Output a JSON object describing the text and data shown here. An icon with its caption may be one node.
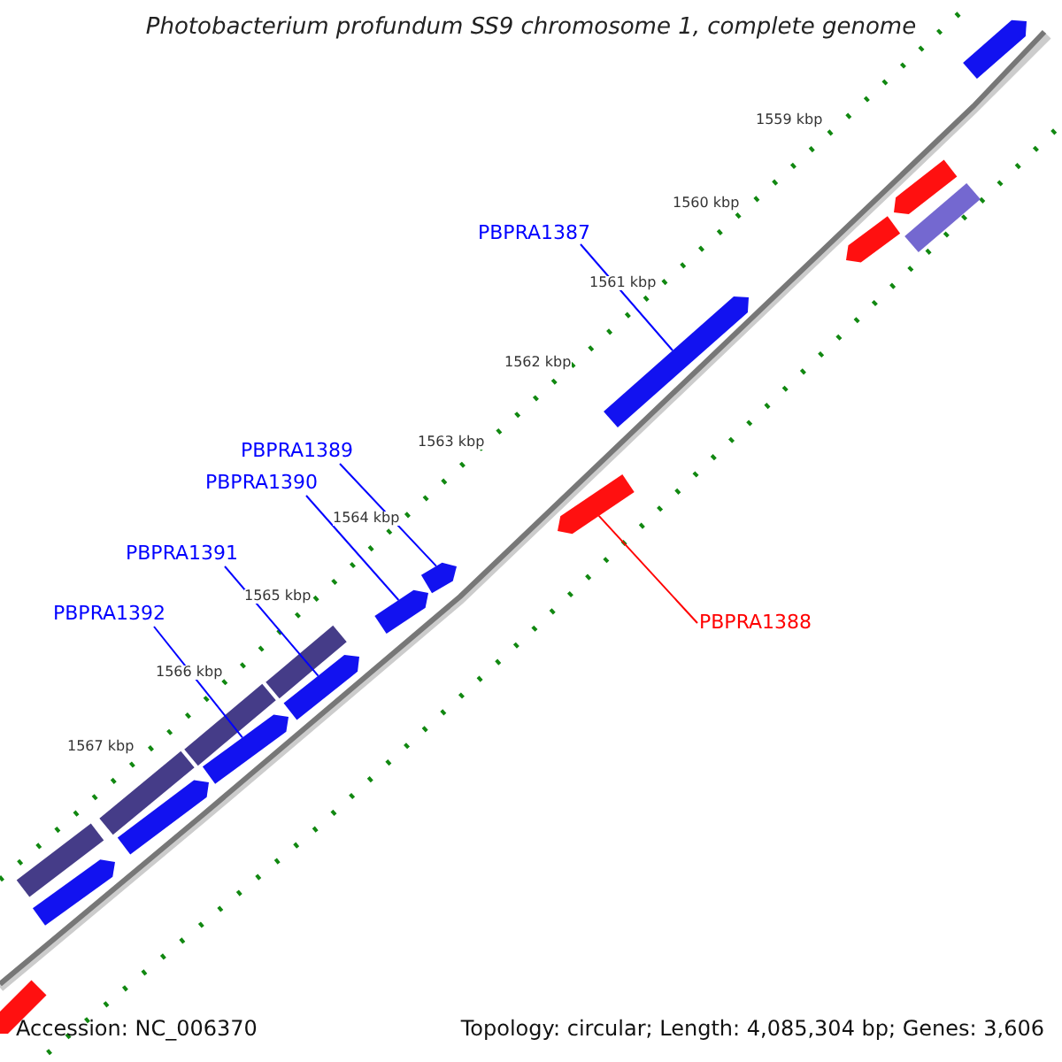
{
  "diagram": {
    "title": "Photobacterium profundum SS9 chromosome 1, complete genome",
    "nodes": [
      {
        "text": [
          "PBPRA1387"
        ]
      },
      {
        "text": [
          "PBPRA1389"
        ]
      },
      {
        "text": [
          "PBPRA1390"
        ]
      },
      {
        "text": [
          "PBPRA1391"
        ]
      },
      {
        "text": [
          "PBPRA1392"
        ]
      },
      {
        "text": [
          "PBPRA1388"
        ]
      },
      {
        "text": [],
        "shape": "arrow"
      },
      {
        "text": [],
        "shape": "arrow"
      },
      {
        "text": [],
        "shape": "bar"
      },
      {
        "text": [],
        "shape": "arrow"
      },
      {
        "text": [],
        "shape": "arrow"
      },
      {
        "text": [],
        "shape": "arrow"
      },
      {
        "text": [],
        "shape": "arrow"
      },
      {
        "text": [],
        "shape": "arrow"
      },
      {
        "text": [],
        "shape": "bar"
      },
      {
        "text": [],
        "shape": "arrow"
      },
      {
        "text": [],
        "shape": "bar"
      },
      {
        "text": [],
        "shape": "arrow"
      },
      {
        "text": [],
        "shape": "bar"
      },
      {
        "text": [],
        "shape": "arrow"
      },
      {
        "text": [],
        "shape": "bar"
      },
      {
        "text": [],
        "shape": "arrow"
      },
      {
        "text": [],
        "shape": "arrow"
      }
    ],
    "edges": [
      {
        "from": 0,
        "to": 10,
        "arrow": "none"
      },
      {
        "from": 1,
        "to": 12,
        "arrow": "none"
      },
      {
        "from": 2,
        "to": 13,
        "arrow": "none"
      },
      {
        "from": 3,
        "to": 15,
        "arrow": "none"
      },
      {
        "from": 4,
        "to": 17,
        "arrow": "none"
      },
      {
        "from": 5,
        "to": 11,
        "arrow": "none",
        "color": "#ff0000"
      }
    ],
    "labels": [
      "1559 kbp",
      "1560 kbp",
      "1561 kbp",
      "1562 kbp",
      "1563 kbp",
      "1564 kbp",
      "1565 kbp",
      "1566 kbp",
      "1567 kbp",
      "Accession: NC_006370",
      "Topology: circular; Length: 4,085,304 bp; Genes: 3,606"
    ]
  }
}
